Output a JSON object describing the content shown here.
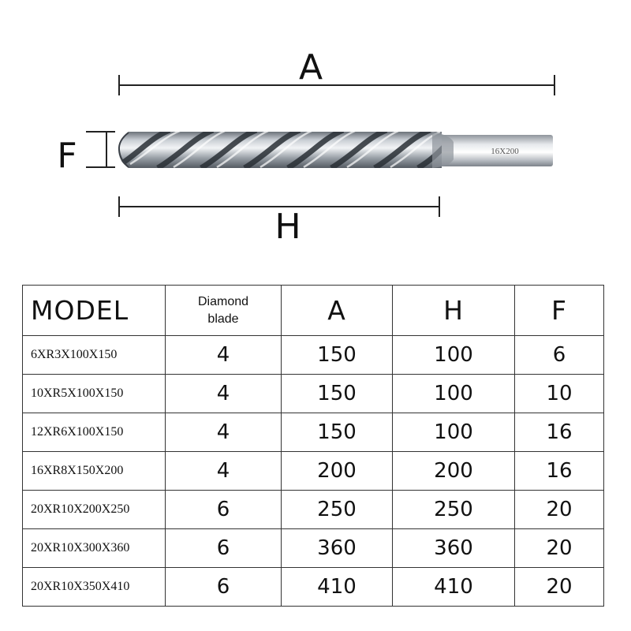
{
  "diagram": {
    "label_a": "A",
    "label_h": "H",
    "label_f": "F",
    "tool_marking": "16X200"
  },
  "table": {
    "headers": {
      "model": "MODEL",
      "blade_line1": "Diamond",
      "blade_line2": "blade",
      "a": "A",
      "h": "H",
      "f": "F"
    },
    "rows": [
      {
        "model": "6XR3X100X150",
        "blade": "4",
        "a": "150",
        "h": "100",
        "f": "6"
      },
      {
        "model": "10XR5X100X150",
        "blade": "4",
        "a": "150",
        "h": "100",
        "f": "10"
      },
      {
        "model": "12XR6X100X150",
        "blade": "4",
        "a": "150",
        "h": "100",
        "f": "16"
      },
      {
        "model": "16XR8X150X200",
        "blade": "4",
        "a": "200",
        "h": "200",
        "f": "16"
      },
      {
        "model": "20XR10X200X250",
        "blade": "6",
        "a": "250",
        "h": "250",
        "f": "20"
      },
      {
        "model": "20XR10X300X360",
        "blade": "6",
        "a": "360",
        "h": "360",
        "f": "20"
      },
      {
        "model": "20XR10X350X410",
        "blade": "6",
        "a": "410",
        "h": "410",
        "f": "20"
      }
    ]
  }
}
